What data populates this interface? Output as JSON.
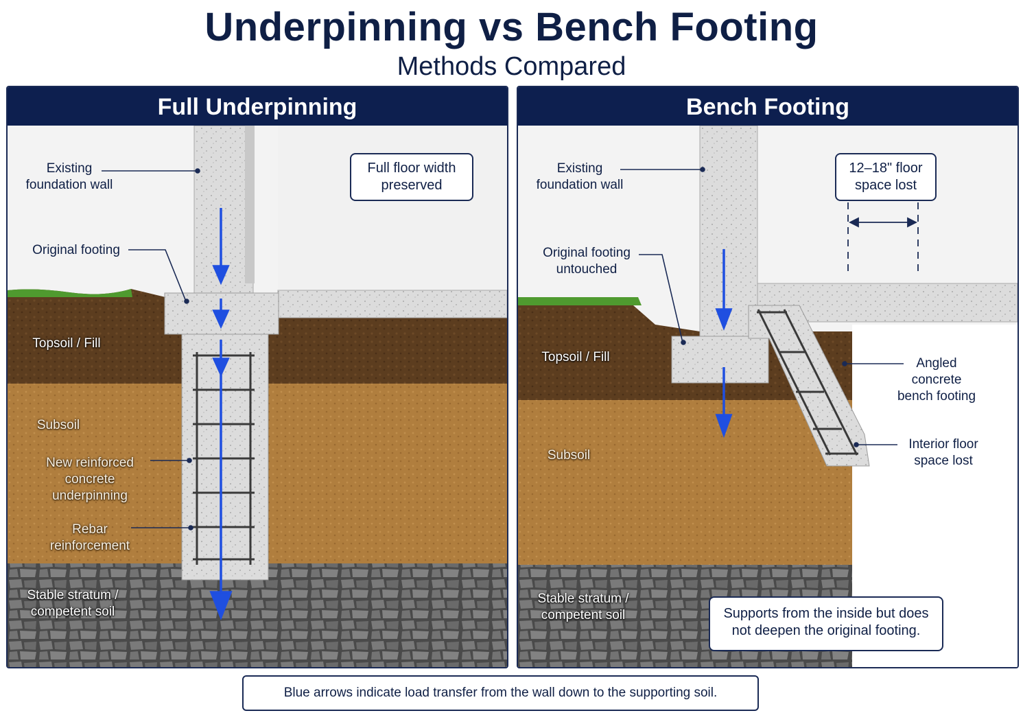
{
  "title": "Underpinning vs Bench Footing",
  "subtitle": "Methods Compared",
  "left_panel": {
    "header": "Full Underpinning",
    "labels": {
      "existing_wall": "Existing\nfoundation wall",
      "original_footing": "Original footing",
      "topsoil": "Topsoil / Fill",
      "subsoil": "Subsoil",
      "new_underpinning": "New reinforced\nconcrete\nunderpinning",
      "rebar": "Rebar\nreinforcement",
      "stable_stratum": "Stable stratum /\ncompetent soil"
    },
    "callout": "Full floor width\npreserved"
  },
  "right_panel": {
    "header": "Bench Footing",
    "labels": {
      "existing_wall": "Existing\nfoundation wall",
      "original_footing": "Original footing\nuntouched",
      "topsoil": "Topsoil / Fill",
      "subsoil": "Subsoil",
      "stable_stratum": "Stable stratum /\ncompetent soil",
      "angled_bench": "Angled\nconcrete\nbench footing",
      "interior_space": "Interior floor\nspace lost"
    },
    "callout": "12–18\" floor\nspace lost",
    "note": "Supports from the inside but does\nnot deepen the original footing."
  },
  "footer_note": "Blue arrows indicate load transfer from the wall down to the supporting soil.",
  "colors": {
    "navy": "#0d1f4f",
    "arrow_blue": "#1f4fe0",
    "concrete": "#dcdcdc",
    "topsoil": "#5c3d1f",
    "subsoil": "#b07e3e",
    "stratum": "#6e6e6e",
    "grass": "#4f9a2f"
  }
}
